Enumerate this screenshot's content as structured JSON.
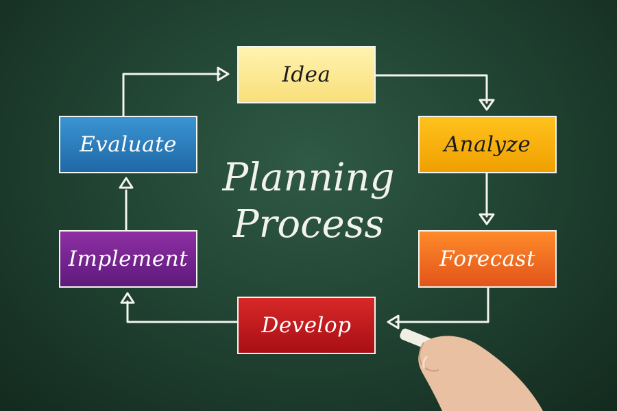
{
  "title": {
    "line1": "Planning",
    "line2": "Process"
  },
  "steps": [
    {
      "label": "Idea",
      "color": "#f9df7a"
    },
    {
      "label": "Analyze",
      "color": "#f5a800"
    },
    {
      "label": "Forecast",
      "color": "#e8621c"
    },
    {
      "label": "Develop",
      "color": "#c01c20"
    },
    {
      "label": "Implement",
      "color": "#7a2493"
    },
    {
      "label": "Evaluate",
      "color": "#2a7fc0"
    }
  ],
  "background_color": "#1f4030",
  "chalk_color": "#f4f4f0"
}
